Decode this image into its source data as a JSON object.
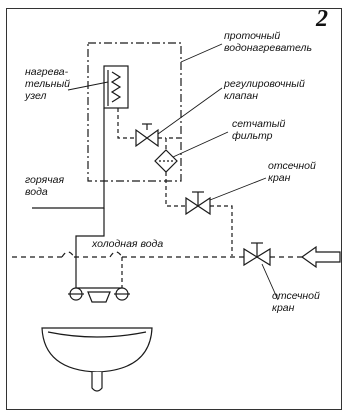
{
  "figure_number": "2",
  "labels": {
    "heater": "проточный\nводонагреватель",
    "heating_unit": "нагрева-\nтельный\nузел",
    "regulating_valve": "регулировочный\nклапан",
    "mesh_filter": "сетчатый\nфильтр",
    "shutoff_valve_top": "отсечной\nкран",
    "hot_water": "горячая\nвода",
    "cold_water": "холодная вода",
    "shutoff_valve_bottom": "отсечной\nкран"
  },
  "colors": {
    "line": "#1a1a1a",
    "background": "#ffffff"
  }
}
